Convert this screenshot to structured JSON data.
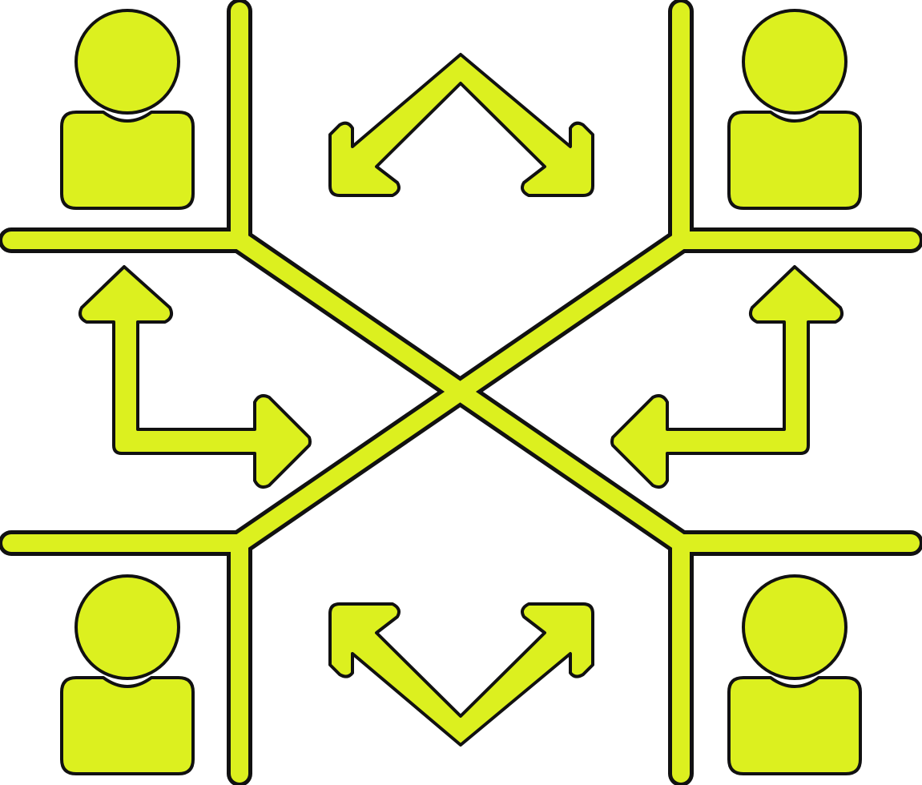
{
  "icon": {
    "name": "team-collaboration-network",
    "fill_color": "#dcf01f",
    "outline_color": "#111111",
    "background_color": "#ffffff",
    "people_count": 4,
    "arrow_count": 4
  }
}
